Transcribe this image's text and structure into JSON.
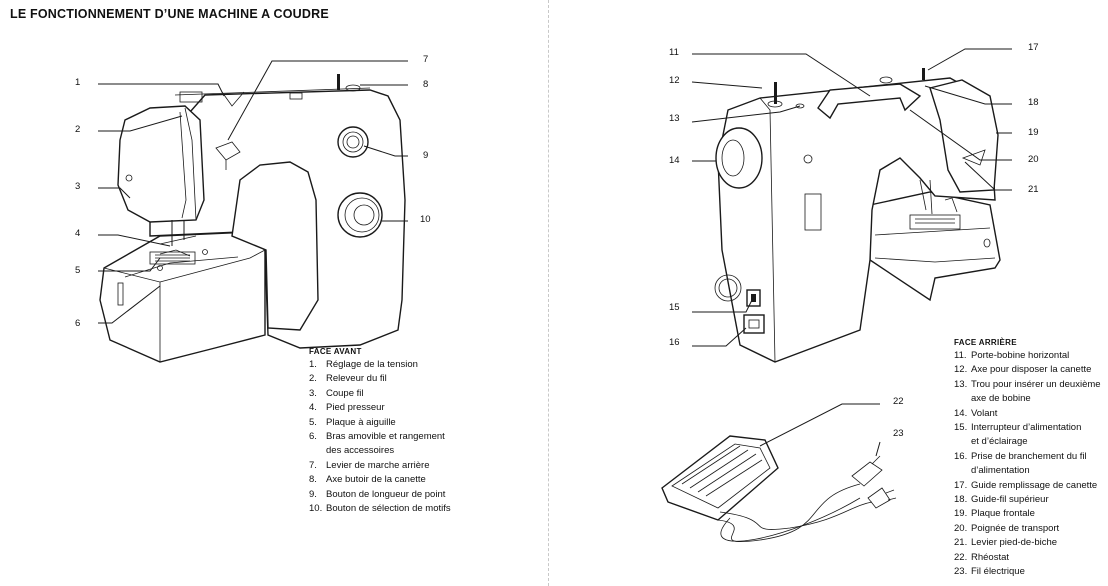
{
  "title": "LE FONCTIONNEMENT D’UNE MACHINE A COUDRE",
  "front": {
    "heading": "FACE AVANT",
    "items": [
      {
        "n": "1.",
        "text": "Réglage de la tension"
      },
      {
        "n": "2.",
        "text": "Releveur du fil"
      },
      {
        "n": "3.",
        "text": "Coupe fil"
      },
      {
        "n": "4.",
        "text": "Pied presseur"
      },
      {
        "n": "5.",
        "text": "Plaque à aiguille"
      },
      {
        "n": "6.",
        "text": "Bras amovible et rangement"
      },
      {
        "n": "",
        "text": "des accessoires"
      },
      {
        "n": "7.",
        "text": "Levier de marche arrière"
      },
      {
        "n": "8.",
        "text": "Axe butoir de la canette"
      },
      {
        "n": "9.",
        "text": "Bouton de longueur de point"
      },
      {
        "n": "10.",
        "text": "Bouton de sélection de motifs"
      }
    ],
    "callouts": [
      "1",
      "2",
      "3",
      "4",
      "5",
      "6",
      "7",
      "8",
      "9",
      "10"
    ]
  },
  "back": {
    "heading": "FACE ARRIÈRE",
    "items": [
      {
        "n": "11.",
        "text": "Porte-bobine horizontal"
      },
      {
        "n": "12.",
        "text": "Axe pour disposer la canette"
      },
      {
        "n": "13.",
        "text": "Trou pour insérer un deuxième"
      },
      {
        "n": "",
        "text": "axe de bobine"
      },
      {
        "n": "14.",
        "text": "Volant"
      },
      {
        "n": "15.",
        "text": "Interrupteur d’alimentation"
      },
      {
        "n": "",
        "text": "et d’éclairage"
      },
      {
        "n": "16.",
        "text": "Prise de branchement du fil"
      },
      {
        "n": "",
        "text": "d’alimentation"
      },
      {
        "n": "17.",
        "text": "Guide remplissage de canette"
      },
      {
        "n": "18.",
        "text": "Guide-fil supérieur"
      },
      {
        "n": "19.",
        "text": "Plaque frontale"
      },
      {
        "n": "20.",
        "text": "Poignée de transport"
      },
      {
        "n": "21.",
        "text": "Levier pied-de-biche"
      },
      {
        "n": "22.",
        "text": "Rhéostat"
      },
      {
        "n": "23.",
        "text": "Fil électrique"
      }
    ],
    "callouts": [
      "11",
      "12",
      "13",
      "14",
      "15",
      "16",
      "17",
      "18",
      "19",
      "20",
      "21",
      "22",
      "23"
    ]
  }
}
